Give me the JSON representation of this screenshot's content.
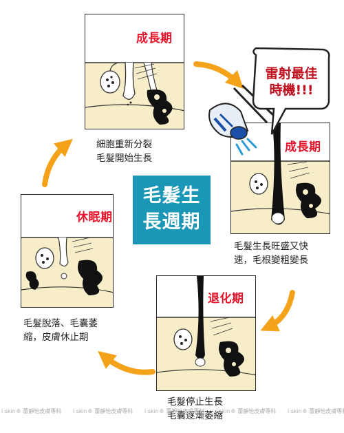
{
  "title": {
    "line1": "毛髮生",
    "line2": "長週期"
  },
  "phases": {
    "top": {
      "label": "成長期",
      "desc": "細胞重新分裂\n毛髮開始生長"
    },
    "right": {
      "label": "成長期",
      "desc": "毛髮生長旺盛又快\n速，毛根變粗變長"
    },
    "bottom": {
      "label": "退化期",
      "desc": "毛髮停止生長\n毛囊逐漸萎縮"
    },
    "left": {
      "label": "休眠期",
      "desc": "毛髮脫落、毛囊萎\n縮，皮膚休止期"
    }
  },
  "laser_bubble": {
    "text": "雷射最佳\n時機!!!"
  },
  "watermark": {
    "text": "i skin® 蕾靜怡皮膚專科"
  },
  "colors": {
    "phase_label": "#e5142b",
    "center_bg": "#1a96b7",
    "arrow": "#f5a21b",
    "skin": "#f7edc8"
  }
}
